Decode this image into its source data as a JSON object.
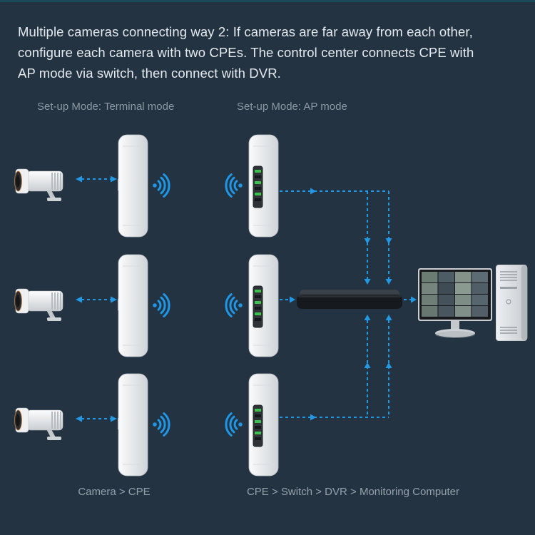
{
  "title": {
    "lines": [
      "Multiple cameras connecting way 2: If cameras are far away from each other,",
      "configure each camera with two CPEs. The control center connects CPE with",
      "AP mode via switch, then connect with DVR."
    ]
  },
  "section_labels": {
    "terminal_mode": "Set-up Mode: Terminal mode",
    "ap_mode": "Set-up Mode: AP mode"
  },
  "captions": {
    "left": "Camera > CPE",
    "right": "CPE > Switch > DVR > Monitoring Computer"
  },
  "colors": {
    "background": "#233341",
    "accent_blue": "#2398e4",
    "text_primary": "#e4eaef",
    "text_secondary": "#8c99a4",
    "device_white": "#eef0f2",
    "switch_black": "#17191d",
    "led_green": "#3fbf50"
  },
  "icons": {
    "wifi": "wifi-signal-arcs",
    "camera": "bullet-cctv-camera",
    "cpe_terminal": "outdoor-cpe-device",
    "cpe_ap": "outdoor-cpe-device-with-ports",
    "switch": "network-switch-bar",
    "monitor": "surveillance-monitor-grid",
    "tower": "desktop-pc-tower"
  },
  "diagram": {
    "rows": 3,
    "flow_left": [
      "Camera",
      "CPE"
    ],
    "flow_right": [
      "CPE",
      "Switch",
      "DVR",
      "Monitoring Computer"
    ]
  }
}
